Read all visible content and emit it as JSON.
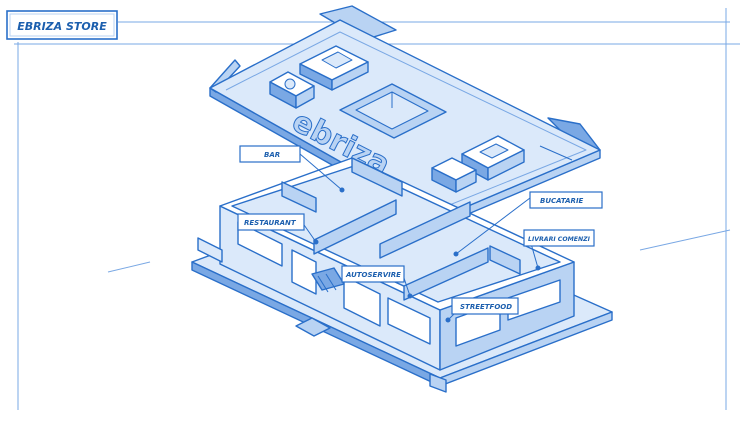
{
  "diagram": {
    "title": "EBRIZA STORE",
    "roof_logo": "ebriza",
    "colors": {
      "ink": "#2a6fc9",
      "ink_dark": "#1c5fae",
      "fill_light": "#dbe9fa",
      "fill_mid": "#b9d3f3",
      "fill_dark": "#7aa8e4",
      "paper": "#ffffff"
    },
    "labels": {
      "bar": "BAR",
      "restaurant": "RESTAURANT",
      "autoservire": "AUTOSERVIRE",
      "bucatarie": "BUCATARIE",
      "livrari_comenzi": "LIVRARI COMENZI",
      "streetfood": "STREETFOOD"
    }
  }
}
